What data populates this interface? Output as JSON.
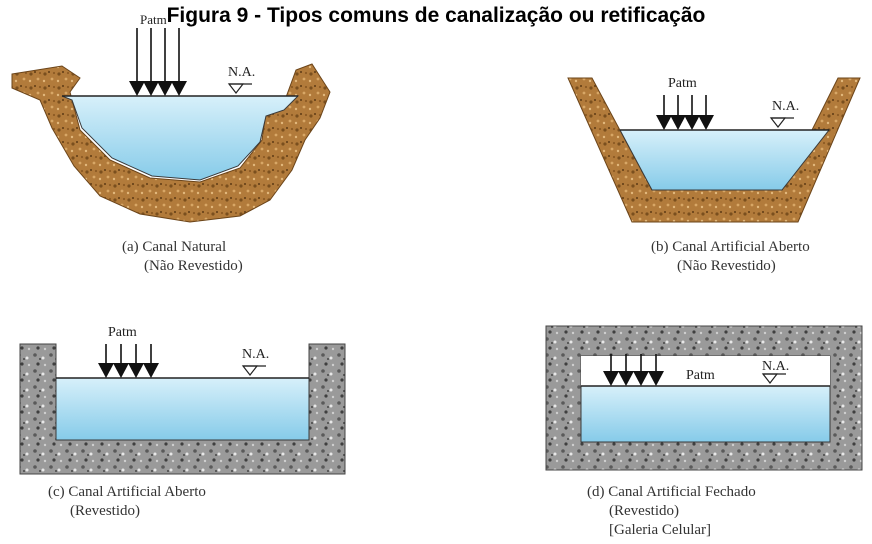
{
  "title": "Figura 9 - Tipos comuns de canalização ou retificação",
  "labels": {
    "patm": "Patm",
    "na": "N.A."
  },
  "panels": [
    {
      "id": "a",
      "caption": [
        "(a) Canal Natural",
        "(Não Revestido)"
      ]
    },
    {
      "id": "b",
      "caption": [
        "(b) Canal Artificial Aberto",
        "(Não Revestido)"
      ]
    },
    {
      "id": "c",
      "caption": [
        "(c) Canal Artificial Aberto",
        "(Revestido)"
      ]
    },
    {
      "id": "d",
      "caption": [
        "(d) Canal Artificial Fechado",
        "(Revestido)",
        "[Galeria Celular]"
      ]
    }
  ],
  "colors": {
    "soil": "#b07a3a",
    "soil_dark": "#7a4f1e",
    "water": "#bfe6f6",
    "water_deep": "#7fc7e8",
    "concrete": "#8a8a8a"
  }
}
